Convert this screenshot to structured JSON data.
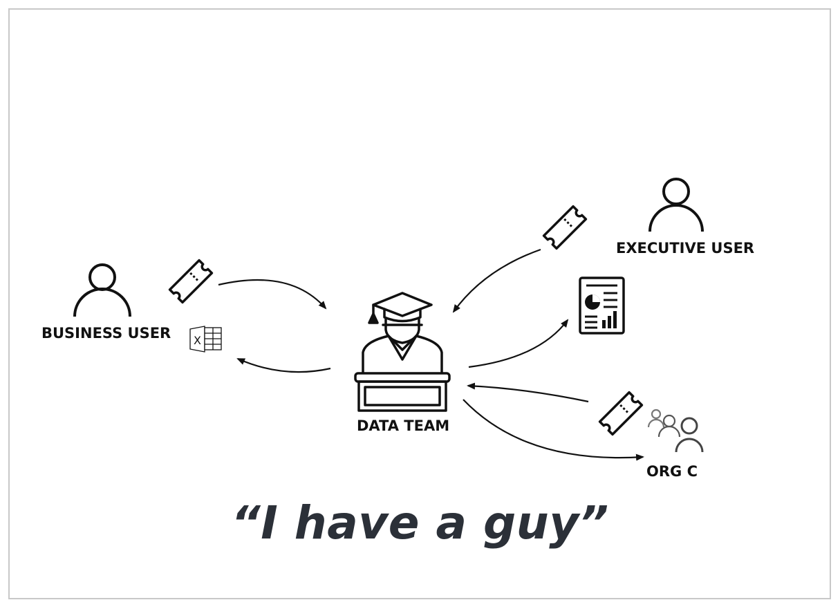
{
  "nodes": {
    "business_user": "BUSINESS USER",
    "data_team": "DATA TEAM",
    "executive_user": "EXECUTIVE USER",
    "org_c": "ORG C"
  },
  "quote": "“I have a guy”",
  "icons": [
    "person-icon",
    "ticket-icon",
    "excel-icon",
    "graduate-at-desk-icon",
    "report-icon",
    "group-icon"
  ],
  "colors": {
    "ink": "#111111",
    "quote": "#2b3038",
    "frame": "#c8c8c8"
  }
}
